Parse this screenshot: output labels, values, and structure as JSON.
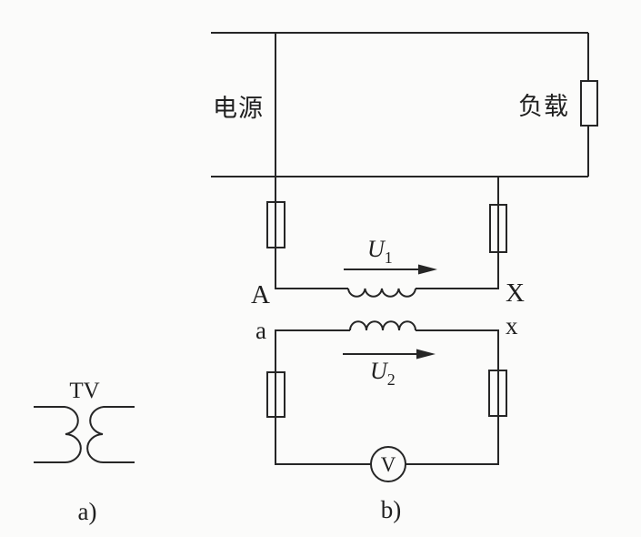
{
  "figure": {
    "type": "transformer-circuit-schematic",
    "colors": {
      "line": "#262626",
      "background": "#fbfbfa"
    }
  },
  "panel_a": {
    "caption": "a)",
    "transformer_designator": "TV"
  },
  "panel_b": {
    "caption": "b)",
    "source_label": "电源",
    "load_label": "负载",
    "voltmeter_label": "V",
    "primary_voltage_symbol": "U",
    "primary_voltage_subscript": "1",
    "secondary_voltage_symbol": "U",
    "secondary_voltage_subscript": "2",
    "terminal_primary_start": "A",
    "terminal_primary_end": "X",
    "terminal_secondary_start": "a",
    "terminal_secondary_end": "x"
  }
}
